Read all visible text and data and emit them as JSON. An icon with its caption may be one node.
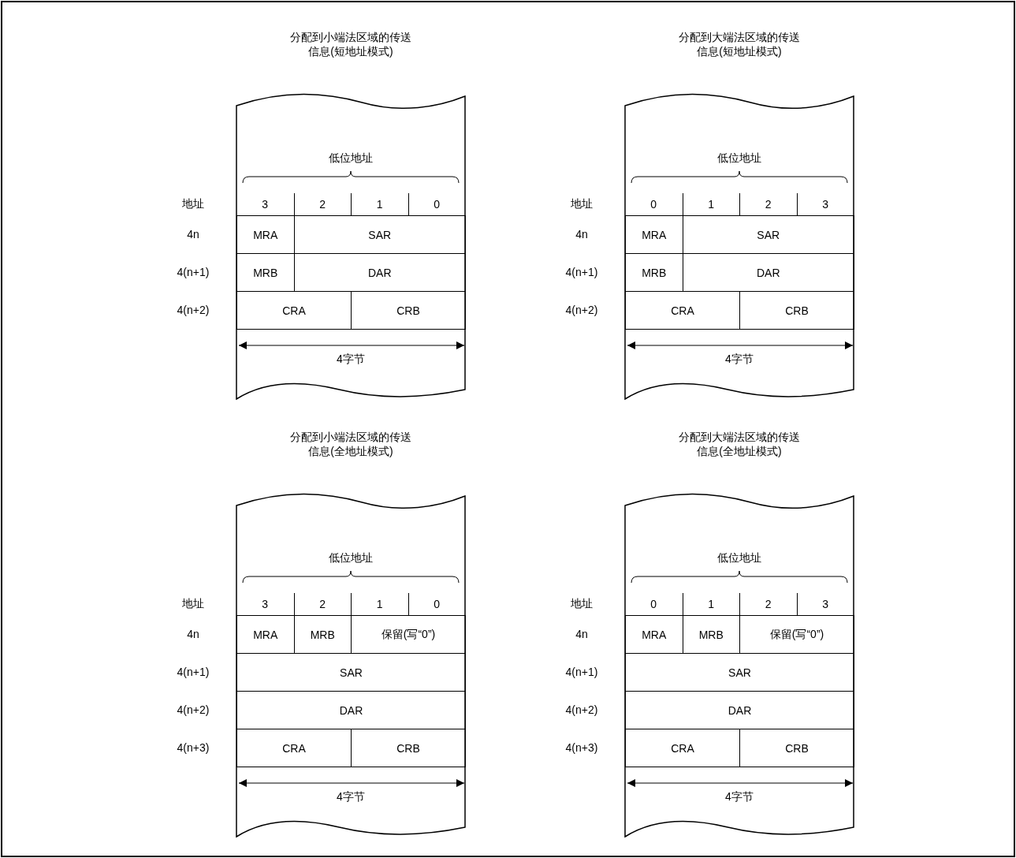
{
  "diagram": {
    "labels": [
      "分配到小端法区域的传送信息(短地址模式)",
      "低位地址",
      "地址",
      "3",
      "2",
      "1",
      "0",
      "4n",
      "MRA",
      "SAR",
      "4(n+1)",
      "MRB",
      "DAR",
      "4(n+2)",
      "CRA",
      "CRB",
      "4字节",
      "分配到大端法区域的传送信息(短地址模式)",
      "低位地址",
      "地址",
      "0",
      "1",
      "2",
      "3",
      "4n",
      "MRA",
      "SAR",
      "4(n+1)",
      "MRB",
      "DAR",
      "4(n+2)",
      "CRA",
      "CRB",
      "4字节",
      "分配到小端法区域的传送信息(全地址模式)",
      "低位地址",
      "地址",
      "3",
      "2",
      "1",
      "0",
      "4n",
      "MRA",
      "MRB",
      "保留(写“0”)",
      "4(n+1)",
      "SAR",
      "4(n+2)",
      "DAR",
      "4(n+3)",
      "CRA",
      "CRB",
      "4字节",
      "分配到大端法区域的传送信息(全地址模式)",
      "低位地址",
      "地址",
      "0",
      "1",
      "2",
      "3",
      "4n",
      "MRA",
      "MRB",
      "保留(写“0”)",
      "4(n+1)",
      "SAR",
      "4(n+2)",
      "DAR",
      "4(n+3)",
      "CRA",
      "CRB",
      "4字节"
    ]
  }
}
